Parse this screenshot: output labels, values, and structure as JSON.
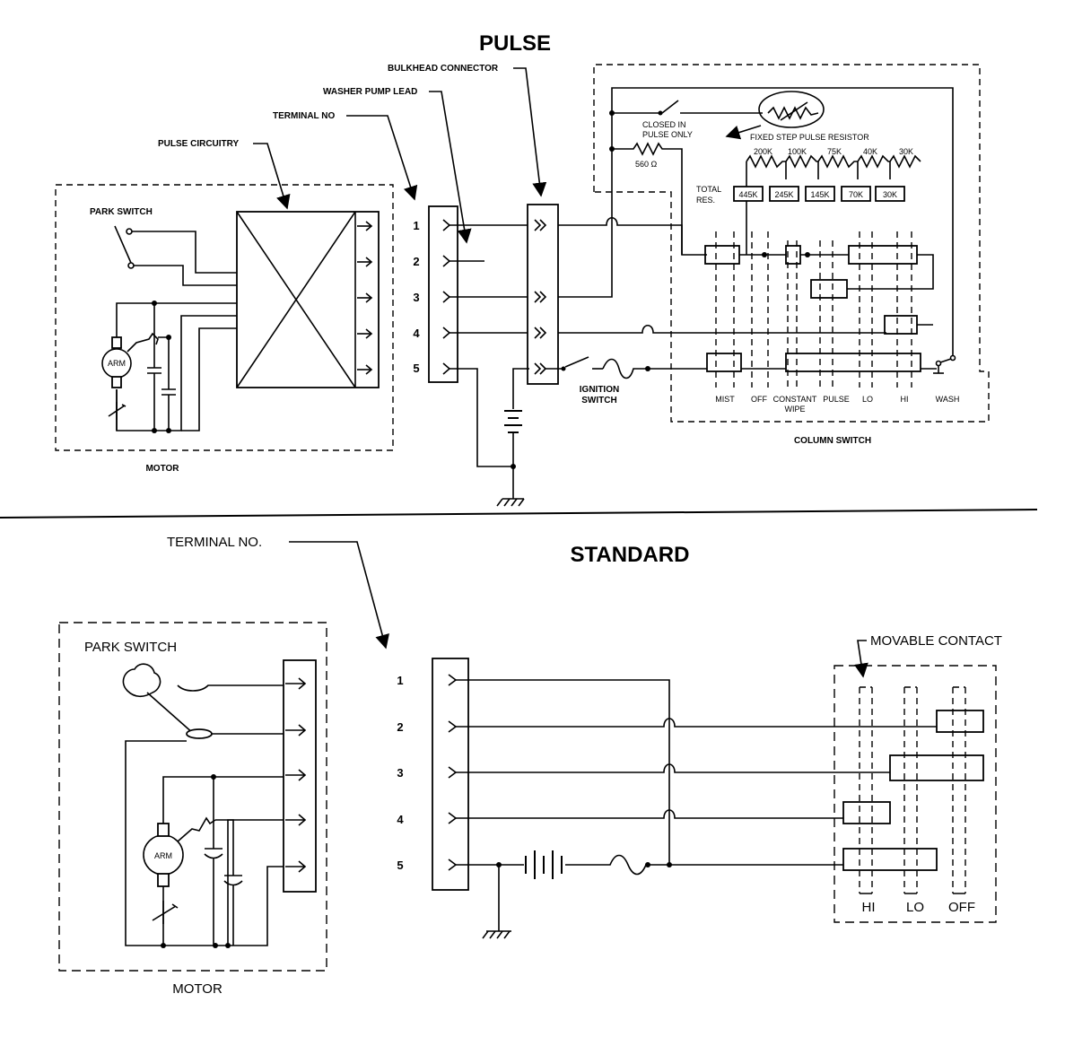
{
  "pulse": {
    "title": "PULSE",
    "labels": {
      "bulkhead_connector": "BULKHEAD CONNECTOR",
      "washer_pump_lead": "WASHER PUMP LEAD",
      "terminal_no": "TERMINAL NO",
      "pulse_circuitry": "PULSE CIRCUITRY",
      "park_switch": "PARK SWITCH",
      "motor": "MOTOR",
      "arm": "ARM",
      "closed_in": "CLOSED IN",
      "pulse_only": "PULSE ONLY",
      "resistor_label": "FIXED STEP PULSE RESISTOR",
      "r560": "560 Ω",
      "total_res_1": "TOTAL",
      "total_res_2": "RES.",
      "ignition_1": "IGNITION",
      "ignition_2": "SWITCH",
      "column_switch": "COLUMN SWITCH"
    },
    "terminals": [
      "1",
      "2",
      "3",
      "4",
      "5"
    ],
    "step_resistors": [
      "200K",
      "100K",
      "75K",
      "40K",
      "30K"
    ],
    "total_resistances": [
      "445K",
      "245K",
      "145K",
      "70K",
      "30K"
    ],
    "positions": [
      "MIST",
      "OFF",
      "CONSTANT",
      "WIPE",
      "PULSE",
      "LO",
      "HI",
      "WASH"
    ]
  },
  "standard": {
    "title": "STANDARD",
    "labels": {
      "terminal_no": "TERMINAL NO.",
      "park_switch": "PARK SWITCH",
      "motor": "MOTOR",
      "arm": "ARM",
      "movable_contact": "MOVABLE CONTACT"
    },
    "terminals": [
      "1",
      "2",
      "3",
      "4",
      "5"
    ],
    "positions": [
      "HI",
      "LO",
      "OFF"
    ]
  }
}
